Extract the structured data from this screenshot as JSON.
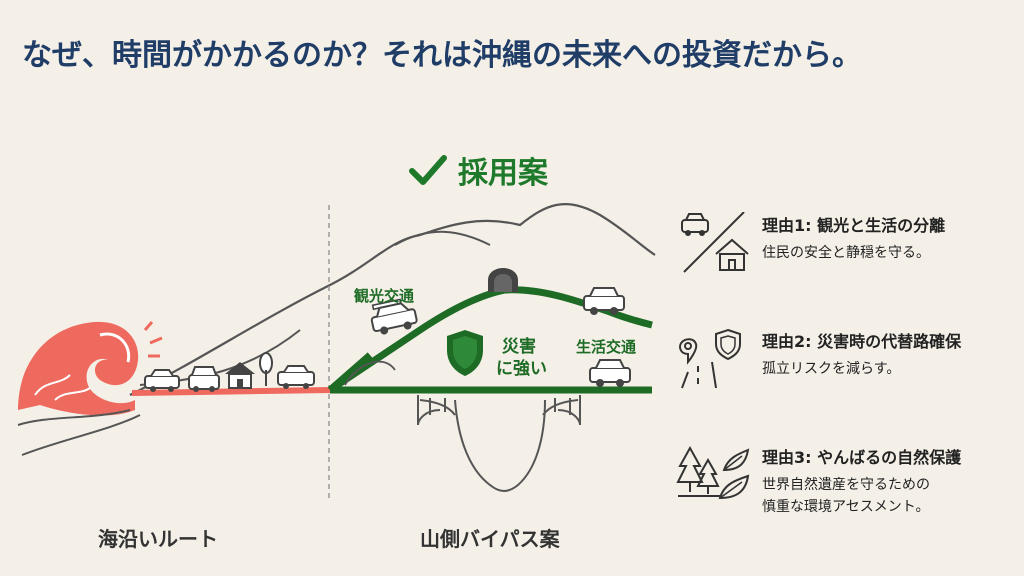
{
  "title": "なぜ、時間がかかるのか？それは沖縄の未来への投資だから。",
  "adopted_label": "採用案",
  "routes": {
    "coastal": "海沿いルート",
    "mountain": "山側バイパス案"
  },
  "diagram_labels": {
    "tourism_traffic": "観光交通",
    "daily_traffic": "生活交通",
    "disaster_line1": "災害",
    "disaster_line2": "に強い"
  },
  "reasons": [
    {
      "title": "理由1: 観光と生活の分離",
      "body_lines": [
        "住民の安全と静穏を守る。"
      ]
    },
    {
      "title": "理由2: 災害時の代替路確保",
      "body_lines": [
        "孤立リスクを減らす。"
      ]
    },
    {
      "title": "理由3: やんばるの自然保護",
      "body_lines": [
        "世界自然遺産を守るための",
        "慎重な環境アセスメント。"
      ]
    }
  ],
  "colors": {
    "title": "#1f3d66",
    "adopt_green": "#1e7a2a",
    "wave_red": "#ef6a5e",
    "line_gray": "#444444",
    "background": "#f4f0e8"
  }
}
